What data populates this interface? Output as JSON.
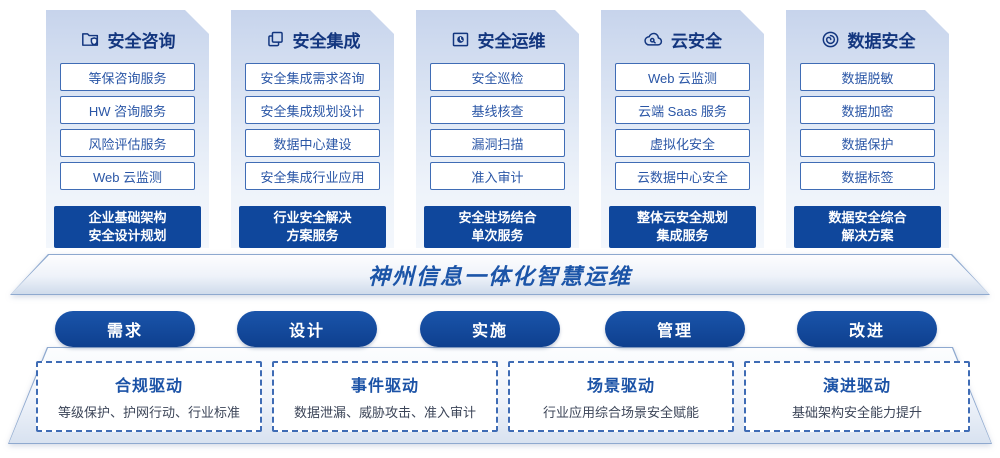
{
  "colors": {
    "primary_blue": "#0f479c",
    "dark_navy": "#13367f",
    "item_border_blue": "#3f6cb5",
    "banner_text_blue": "#1c55a8",
    "panel_gradient_top": "#c7d4ec"
  },
  "columns": [
    {
      "title": "安全咨询",
      "icon": "folder-shield-icon",
      "items": [
        "等保咨询服务",
        "HW 咨询服务",
        "风险评估服务",
        "Web 云监测"
      ],
      "footer": {
        "line1": "企业基础架构",
        "line2": "安全设计规划"
      }
    },
    {
      "title": "安全集成",
      "icon": "copy-docs-icon",
      "items": [
        "安全集成需求咨询",
        "安全集成规划设计",
        "数据中心建设",
        "安全集成行业应用"
      ],
      "footer": {
        "line1": "行业安全解决",
        "line2": "方案服务"
      }
    },
    {
      "title": "安全运维",
      "icon": "folder-clock-icon",
      "items": [
        "安全巡检",
        "基线核查",
        "漏洞扫描",
        "准入审计"
      ],
      "footer": {
        "line1": "安全驻场结合",
        "line2": "单次服务"
      }
    },
    {
      "title": "云安全",
      "icon": "cloud-icon",
      "items": [
        "Web 云监测",
        "云端 Saas 服务",
        "虚拟化安全",
        "云数据中心安全"
      ],
      "footer": {
        "line1": "整体云安全规划",
        "line2": "集成服务"
      }
    },
    {
      "title": "数据安全",
      "icon": "fingerprint-icon",
      "items": [
        "数据脱敏",
        "数据加密",
        "数据保护",
        "数据标签"
      ],
      "footer": {
        "line1": "数据安全综合",
        "line2": "解决方案"
      }
    }
  ],
  "banner": {
    "label": "神州信息一体化智慧运维"
  },
  "process": {
    "steps": [
      "需求",
      "设计",
      "实施",
      "管理",
      "改进"
    ]
  },
  "drivers": [
    {
      "title": "合规驱动",
      "desc": "等级保护、护网行动、行业标准"
    },
    {
      "title": "事件驱动",
      "desc": "数据泄漏、威胁攻击、准入审计"
    },
    {
      "title": "场景驱动",
      "desc": "行业应用综合场景安全赋能"
    },
    {
      "title": "演进驱动",
      "desc": "基础架构安全能力提升"
    }
  ]
}
